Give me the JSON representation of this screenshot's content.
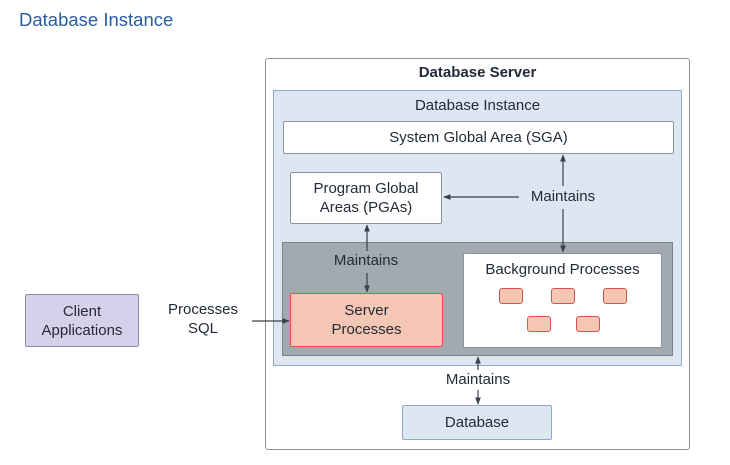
{
  "page": {
    "title": "Database Instance"
  },
  "server": {
    "title": "Database Server"
  },
  "instance": {
    "title": "Database Instance"
  },
  "sga": {
    "label": "System Global Area (SGA)"
  },
  "pga": {
    "line1": "Program Global",
    "line2": "Areas (PGAs)"
  },
  "server_processes": {
    "line1": "Server",
    "line2": "Processes"
  },
  "background_processes": {
    "label": "Background Processes",
    "count": 5
  },
  "client": {
    "line1": "Client",
    "line2": "Applications"
  },
  "database": {
    "label": "Database"
  },
  "edges": {
    "client_to_server": {
      "line1": "Processes",
      "line2": "SQL"
    },
    "bg_to_pga": "Maintains",
    "server_to_pga": "Maintains",
    "instance_to_database": "Maintains"
  },
  "colors": {
    "title_blue": "#2a5da1",
    "instance_fill": "#dce7f2",
    "process_area_fill": "#a3a9b1",
    "process_fill": "#f6c6b4",
    "process_border": "#d9534f",
    "client_fill": "#d7d0ea"
  }
}
